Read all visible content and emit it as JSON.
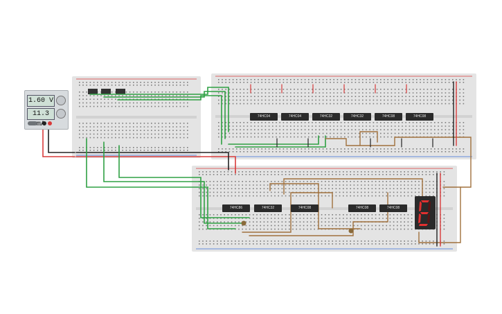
{
  "power_supply": {
    "voltage": "1.60 V",
    "current": "11.3 mA"
  },
  "chips": {
    "top": [
      "74HC04",
      "74HC04",
      "74HC32",
      "74HC32",
      "74HC08",
      "74HC08"
    ],
    "bottom": [
      "74HC86",
      "74HC32",
      "74HC08",
      "74HC08",
      "74HC08"
    ]
  },
  "colors": {
    "board": "#e4e4e4",
    "rail_red": "#d83a3a",
    "rail_blue": "#3a6fd8",
    "wire_green": "#2ea043",
    "wire_brown": "#a0703c",
    "wire_black": "#222222",
    "segment_on": "#e23030",
    "segment_off": "#5a1515"
  },
  "icons": [
    "power-knob-icon",
    "seven-segment-display-icon",
    "dip-switch-icon"
  ]
}
